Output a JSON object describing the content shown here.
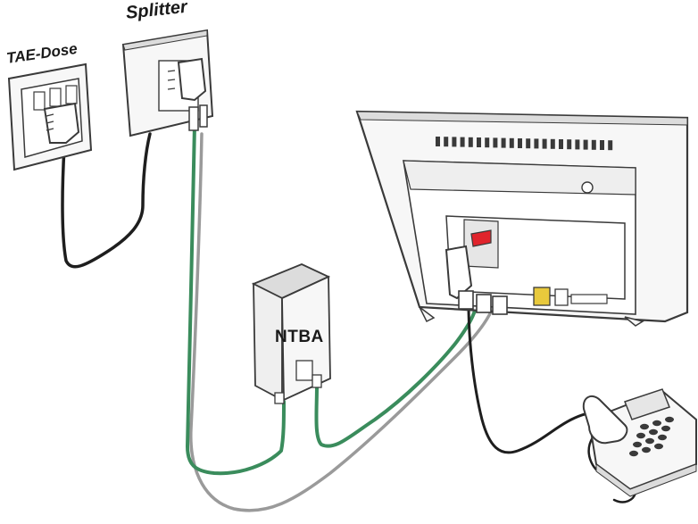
{
  "labels": {
    "tae_dose": "TAE-Dose",
    "splitter": "Splitter",
    "ntba": "NTBA"
  },
  "colors": {
    "outline": "#3a3a3a",
    "device_fill": "#f7f7f7",
    "device_shadow": "#dcdcdc",
    "cable_black": "#1e1e1e",
    "cable_green": "#3a8c5c",
    "cable_gray": "#9a9a9a",
    "accent_red": "#e0242c",
    "accent_yellow": "#e8c93c"
  }
}
